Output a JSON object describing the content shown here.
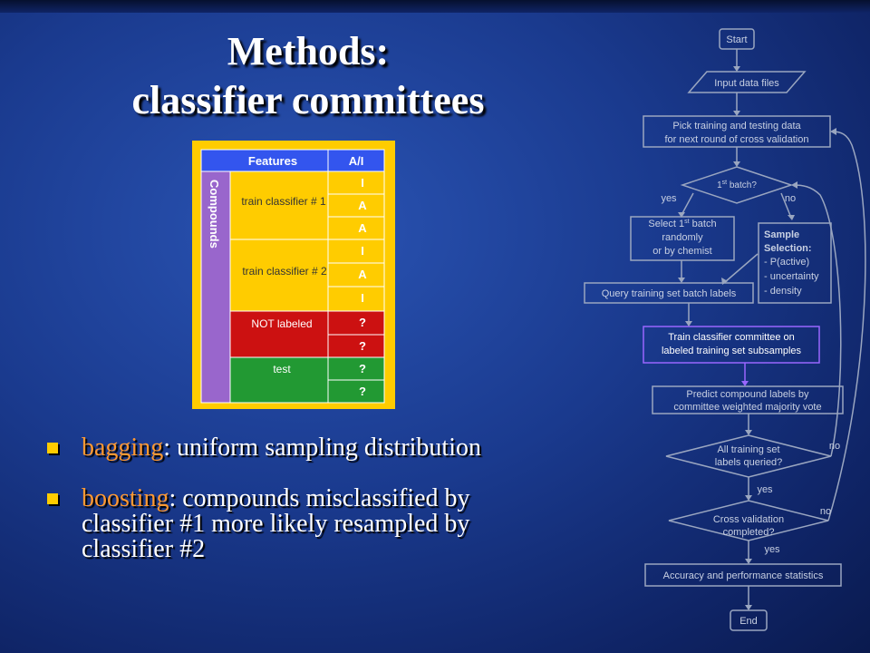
{
  "title": {
    "line1": "Methods:",
    "line2": "classifier committees"
  },
  "table": {
    "header_features": "Features",
    "header_ai": "A/I",
    "side_label": "Compounds",
    "groups": [
      {
        "label": "train classifier # 1",
        "color": "#ffcc00",
        "values": [
          "I",
          "A",
          "A"
        ]
      },
      {
        "label": "train classifier # 2",
        "color": "#ffcc00",
        "values": [
          "I",
          "A",
          "I"
        ]
      },
      {
        "label": "NOT labeled",
        "color": "#cc1111",
        "values": [
          "?",
          "?"
        ]
      },
      {
        "label": "test",
        "color": "#229933",
        "values": [
          "?",
          "?"
        ]
      }
    ],
    "colors": {
      "header": "#3355ee",
      "side": "#9966cc",
      "frame": "#ffcc00"
    }
  },
  "bullets": [
    {
      "term": "bagging",
      "rest": ": uniform sampling distribution"
    },
    {
      "term": "boosting",
      "rest": ": compounds misclassified by classifier #1 more likely resampled by classifier #2"
    }
  ],
  "flow": {
    "start": "Start",
    "input": "Input data files",
    "pick1": "Pick training and testing data",
    "pick2": "for next round of cross validation",
    "batch_pre": "1",
    "batch_sup": "st",
    "batch_post": " batch?",
    "yes1": "yes",
    "no1": "no",
    "select1_pre": "Select 1",
    "select1_sup": "st",
    "select1_post": " batch",
    "select2": "randomly",
    "select3": "or by chemist",
    "sample1": "Sample",
    "sample2": "Selection:",
    "sample3": "- P(active)",
    "sample4": "- uncertainty",
    "sample5": "- density",
    "query": "Query training set batch labels",
    "train1": "Train classifier committee on",
    "train2": "labeled training set subsamples",
    "predict1": "Predict compound labels by",
    "predict2": "committee weighted majority vote",
    "allq1": "All training set",
    "allq2": "labels queried?",
    "no2": "no",
    "yes2": "yes",
    "cv1": "Cross validation",
    "cv2": "completed?",
    "no3": "no",
    "yes3": "yes",
    "accuracy": "Accuracy and performance statistics",
    "end": "End",
    "colors": {
      "line": "#9aa6c0",
      "text": "#c8d0e2",
      "train_border": "#9966ff",
      "train_text": "#ffffff"
    }
  }
}
